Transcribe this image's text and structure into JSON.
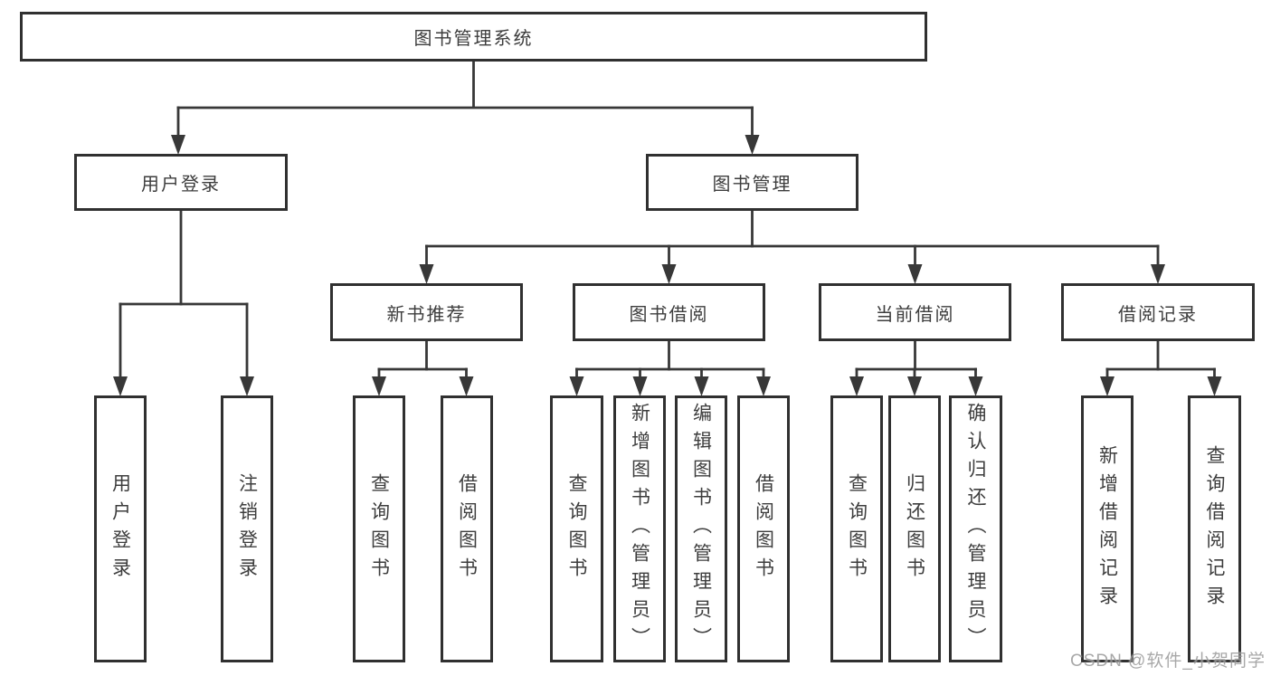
{
  "tree": {
    "root": {
      "label": "图书管理系统"
    },
    "user_login": {
      "label": "用户登录",
      "children": [
        {
          "label": "用户登录"
        },
        {
          "label": "注销登录"
        }
      ]
    },
    "book_management": {
      "label": "图书管理",
      "sections": [
        {
          "label": "新书推荐",
          "children": [
            {
              "label": "查询图书"
            },
            {
              "label": "借阅图书"
            }
          ]
        },
        {
          "label": "图书借阅",
          "children": [
            {
              "label": "查询图书"
            },
            {
              "label": "新增图书（管理员）"
            },
            {
              "label": "编辑图书（管理员）"
            },
            {
              "label": "借阅图书"
            }
          ]
        },
        {
          "label": "当前借阅",
          "children": [
            {
              "label": "查询图书"
            },
            {
              "label": "归还图书"
            },
            {
              "label": "确认归还（管理员）"
            }
          ]
        },
        {
          "label": "借阅记录",
          "children": [
            {
              "label": "新增借阅记录"
            },
            {
              "label": "查询借阅记录"
            }
          ]
        }
      ]
    }
  },
  "watermark": "CSDN @软件_小贺同学",
  "colors": {
    "line": "#383838",
    "box_border": "#303030",
    "text": "#3d3d3d",
    "background": "#ffffff",
    "watermark": "#9a9a9a"
  }
}
